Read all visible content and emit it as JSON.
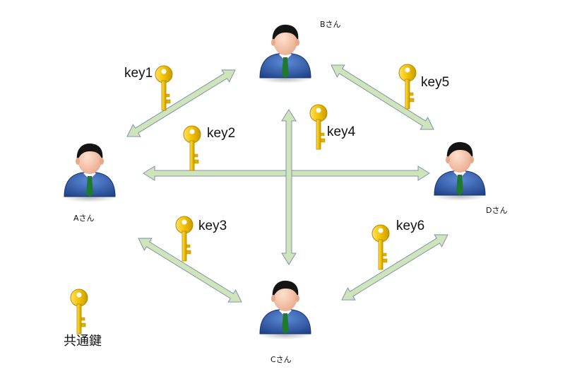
{
  "people": {
    "a": {
      "label": "Aさん"
    },
    "b": {
      "label": "Bさん"
    },
    "c": {
      "label": "Cさん"
    },
    "d": {
      "label": "Dさん"
    }
  },
  "keys": {
    "key1": "key1",
    "key2": "key2",
    "key3": "key3",
    "key4": "key4",
    "key5": "key5",
    "key6": "key6"
  },
  "legend": {
    "label": "共通鍵"
  },
  "colors": {
    "arrow_fill": "#cfe4b8",
    "arrow_stroke": "#7f93b0",
    "key_gold": "#f2c200",
    "key_dark": "#c79a00",
    "suit_blue": "#2d5aa8",
    "tie_green": "#1f7a2e",
    "skin": "#f4c6a8",
    "hair": "#141414"
  }
}
